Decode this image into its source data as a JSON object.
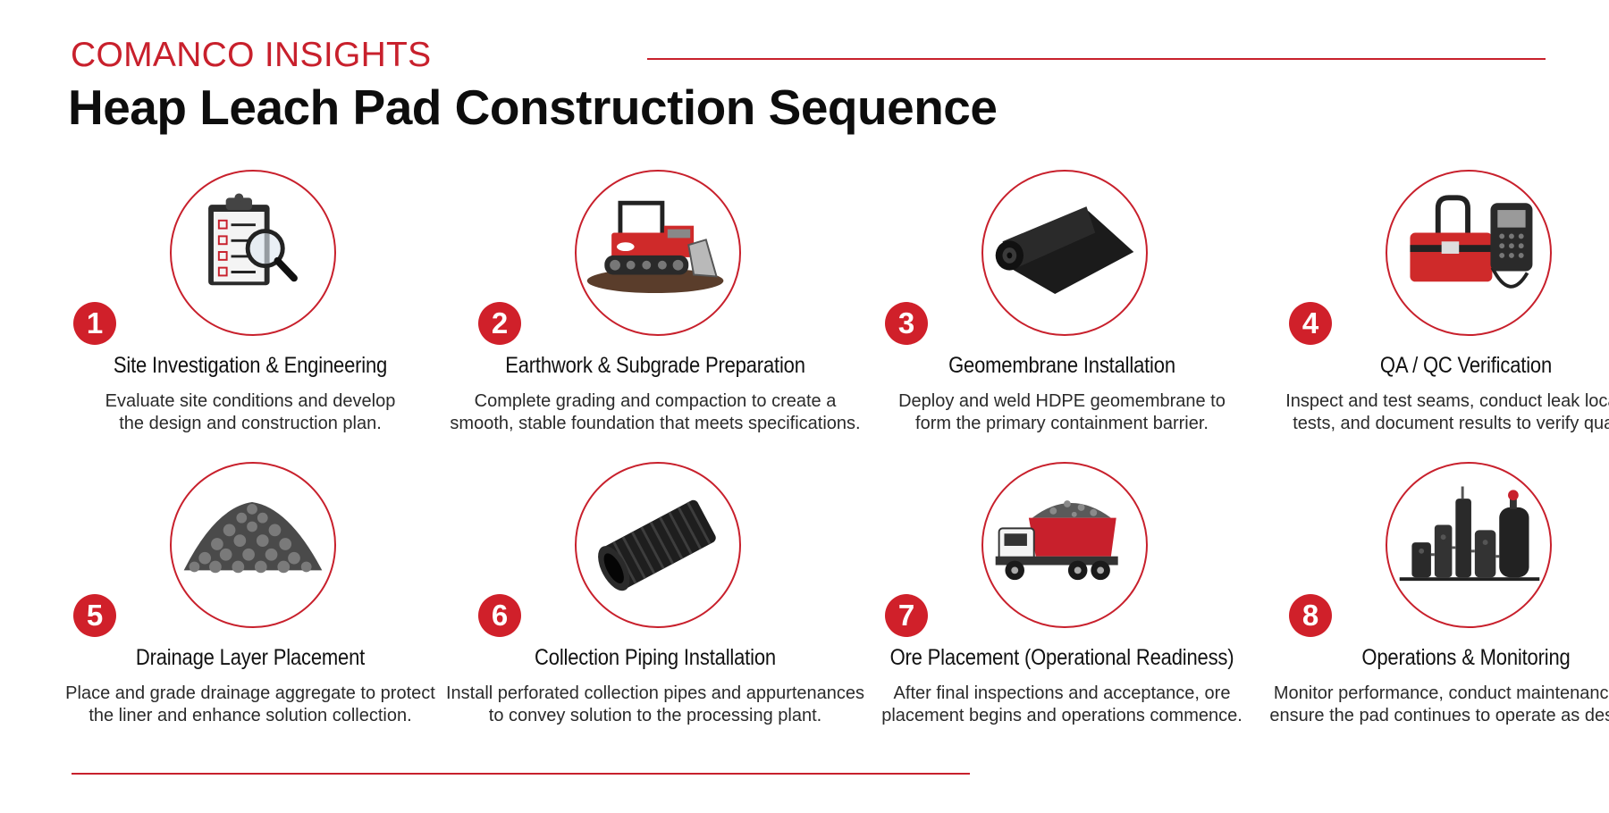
{
  "header": {
    "eyebrow": "COMANCO INSIGHTS",
    "title": "Heap Leach Pad Construction Sequence"
  },
  "colors": {
    "accent": "#c8202c",
    "badge": "#d0202a",
    "title": "#0d0d0d",
    "text": "#2a2a2a"
  },
  "steps": [
    {
      "number": "1",
      "title": "Site Investigation & Engineering",
      "desc_line1": "Evaluate site conditions and develop",
      "desc_line2": "the design and construction plan.",
      "icon": "clipboard-checklist-magnifier-icon"
    },
    {
      "number": "2",
      "title": "Earthwork & Subgrade Preparation",
      "desc_line1": "Complete grading and compaction to create a",
      "desc_line2": "smooth, stable foundation that meets specifications.",
      "icon": "bulldozer-icon"
    },
    {
      "number": "3",
      "title": "Geomembrane Installation",
      "desc_line1": "Deploy and weld HDPE geomembrane to",
      "desc_line2": "form the primary containment barrier.",
      "icon": "geomembrane-roll-icon"
    },
    {
      "number": "4",
      "title": "QA / QC Verification",
      "desc_line1": "Inspect and test seams, conduct leak location",
      "desc_line2": "tests, and document results to verify quality.",
      "icon": "test-kit-meter-icon"
    },
    {
      "number": "5",
      "title": "Drainage Layer Placement",
      "desc_line1": "Place and grade drainage aggregate to protect",
      "desc_line2": "the liner and enhance solution collection.",
      "icon": "gravel-pile-icon"
    },
    {
      "number": "6",
      "title": "Collection Piping Installation",
      "desc_line1": "Install perforated collection pipes and appurtenances",
      "desc_line2": "to convey solution to the processing plant.",
      "icon": "corrugated-pipe-icon"
    },
    {
      "number": "7",
      "title": "Ore Placement (Operational Readiness)",
      "desc_line1": "After final inspections and acceptance, ore",
      "desc_line2": "placement begins and operations commence.",
      "icon": "dump-truck-icon"
    },
    {
      "number": "8",
      "title": "Operations & Monitoring",
      "desc_line1": "Monitor performance, conduct maintenance, and",
      "desc_line2": "ensure the pad continues to operate as designed.",
      "icon": "processing-plant-icon"
    }
  ]
}
